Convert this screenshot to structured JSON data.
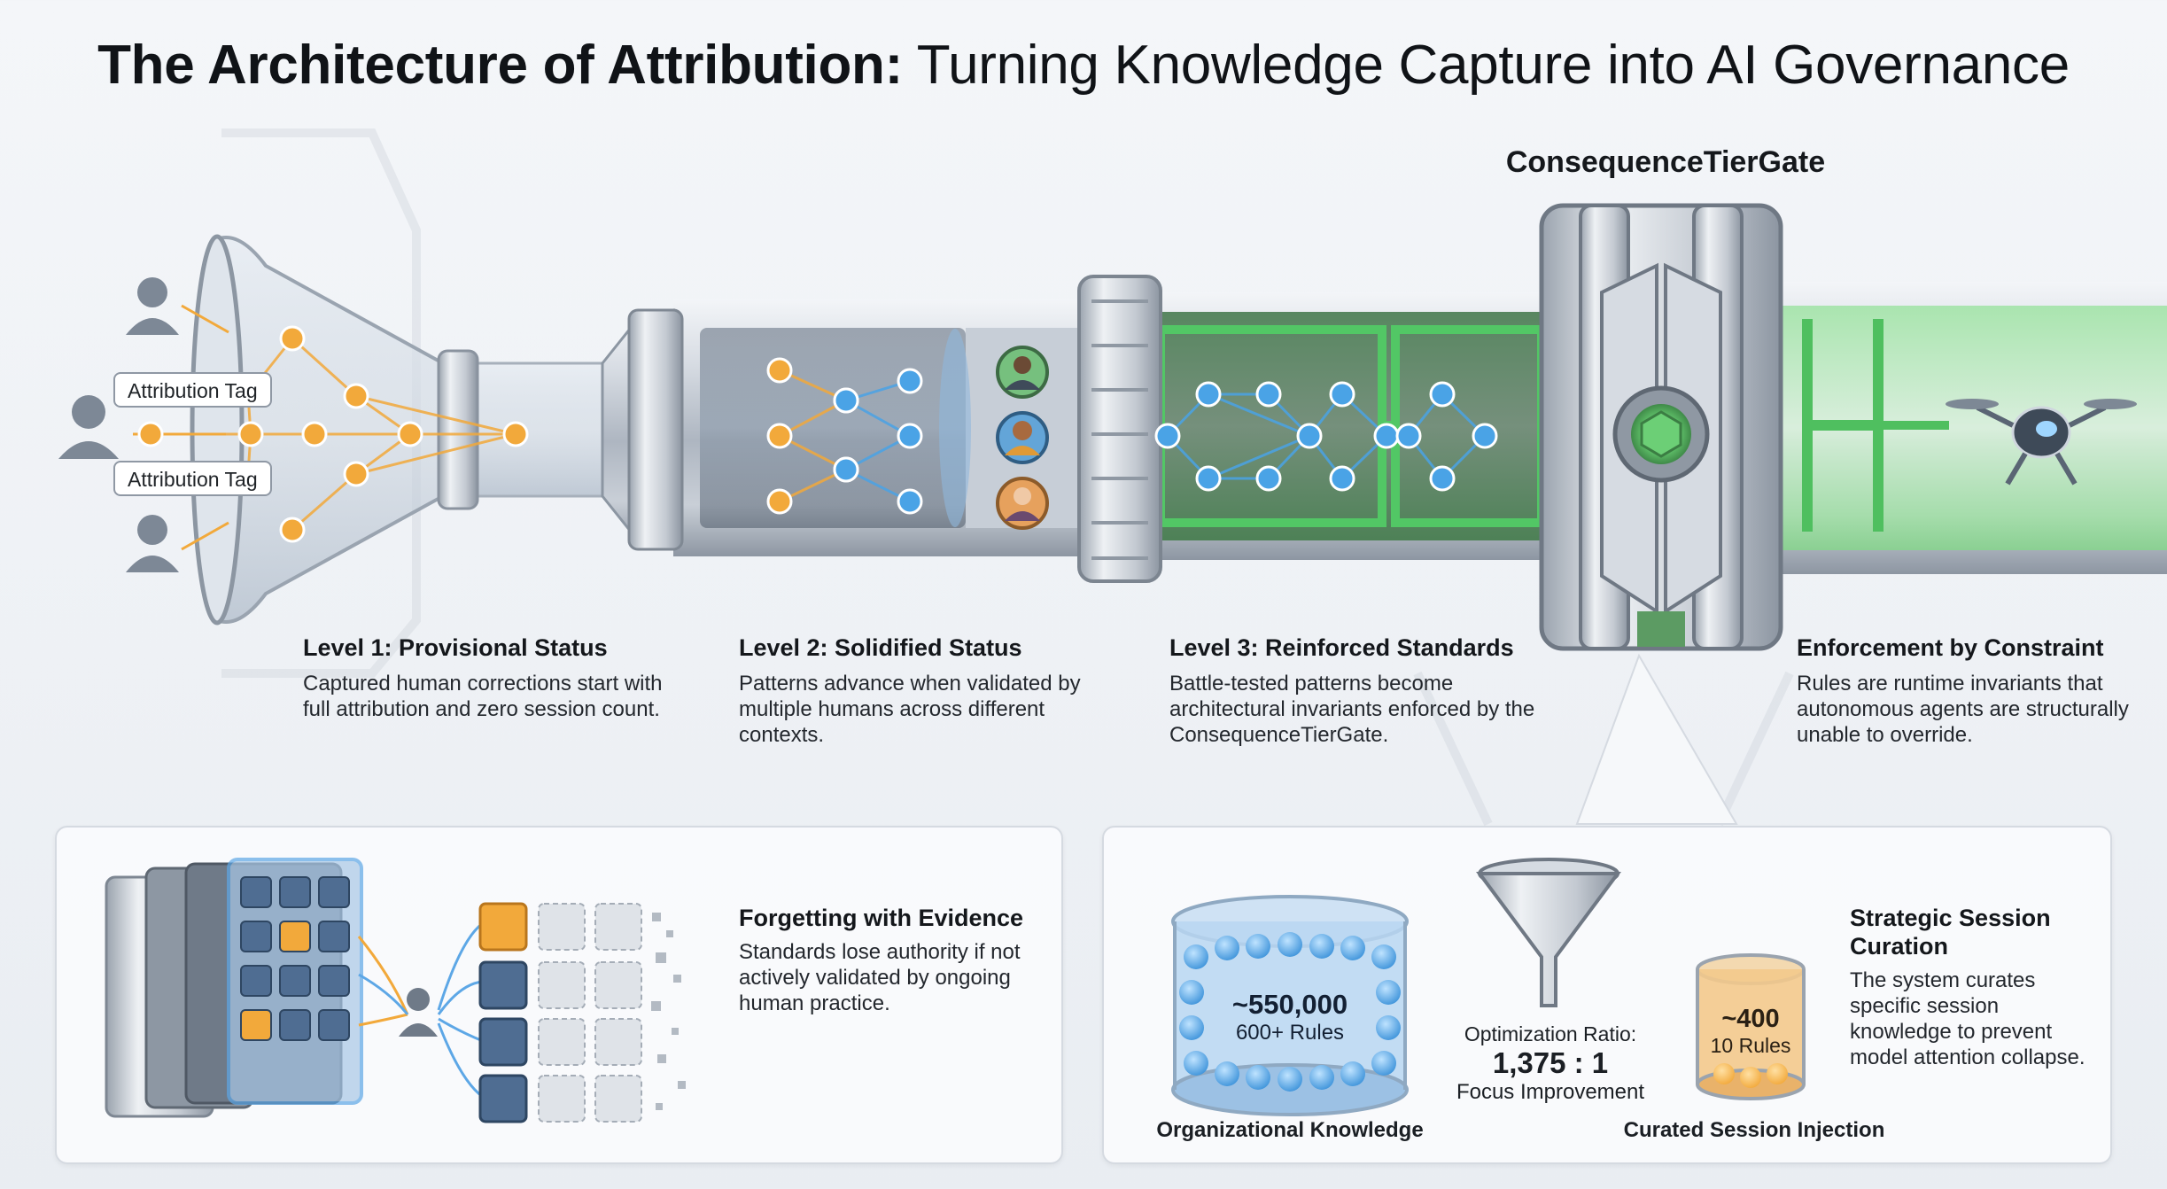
{
  "title": {
    "bold": "The Architecture of Attribution:",
    "light": "Turning Knowledge Capture into AI Governance"
  },
  "gate_title": "ConsequenceTierGate",
  "attribution_tags": [
    "Attribution Tag",
    "Attribution Tag"
  ],
  "levels": [
    {
      "title": "Level 1: Provisional Status",
      "text": "Captured human corrections start with full attribution and zero session count."
    },
    {
      "title": "Level 2: Solidified Status",
      "text": "Patterns advance when validated by multiple humans across different contexts."
    },
    {
      "title": "Level 3: Reinforced Standards",
      "text": "Battle-tested patterns become architectural invariants enforced by the ConsequenceTierGate."
    },
    {
      "title": "Enforcement by Constraint",
      "text": "Rules are runtime invariants that autonomous agents are structurally unable to override."
    }
  ],
  "forgetting": {
    "title": "Forgetting with Evidence",
    "text": "Standards lose authority if not actively validated by ongoing human practice."
  },
  "curation": {
    "title": "Strategic Session Curation",
    "text": "The system curates specific session knowledge to prevent model attention collapse.",
    "org_value": "~550,000",
    "org_rules": "600+ Rules",
    "org_label": "Organizational Knowledge",
    "ratio_label": "Optimization Ratio:",
    "ratio_value": "1,375 : 1",
    "ratio_sub": "Focus Improvement",
    "curated_value": "~400",
    "curated_rules": "10 Rules",
    "curated_label": "Curated Session Injection"
  },
  "colors": {
    "amber": "#f2a93b",
    "blue": "#4aa3e6",
    "green": "#58c76a",
    "steel": "#b9c1cb"
  },
  "icons": [
    "person-icon",
    "avatar-icon",
    "drone-icon",
    "funnel-icon",
    "database-icon"
  ]
}
